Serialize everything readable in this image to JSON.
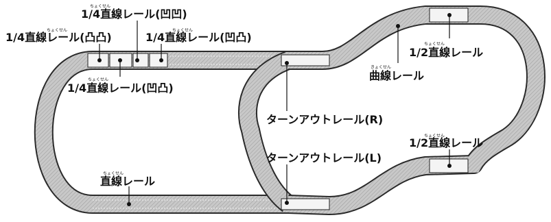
{
  "labels": {
    "quarter_straight_female_female": "1/4直線レール(凹凹)",
    "quarter_straight_male_male": "1/4直線レール(凸凸)",
    "quarter_straight_female_male_top": "1/4直線レール(凹凸)",
    "quarter_straight_female_male_bottom": "1/4直線レール(凹凸)",
    "half_straight_top": "1/2直線レール",
    "curve_rail": "曲線レール",
    "turnout_right": "ターンアウトレール(R)",
    "turnout_left": "ターンアウトレール(L)",
    "half_straight_bottom": "1/2直線レール",
    "straight_rail": "直線レール"
  },
  "ruby": {
    "chokusen": "ちょくせん",
    "kyokusen": "きょくせん"
  },
  "colors": {
    "track_edge": "#2a2a2a",
    "track_fill": "#bdbdbd",
    "text": "#111111"
  }
}
